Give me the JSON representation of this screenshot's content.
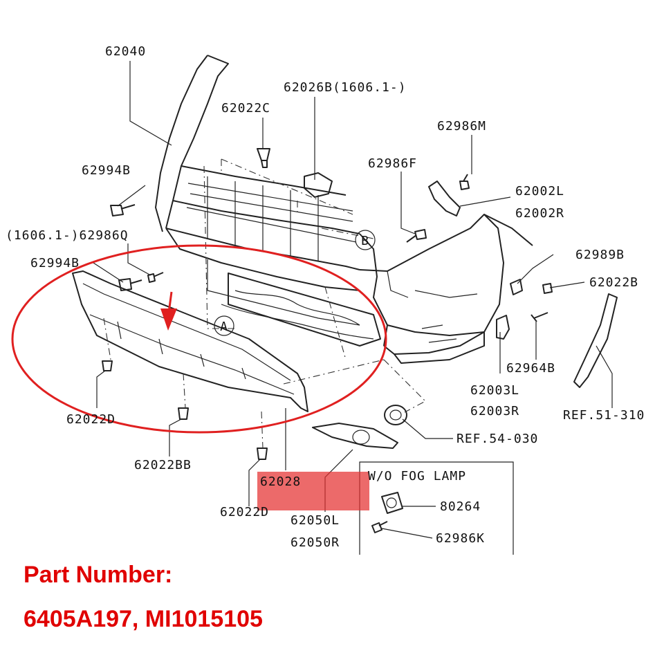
{
  "diagram": {
    "labels": {
      "p62040": "62040",
      "p62026b": "62026B(1606.1-)",
      "p62022c": "62022C",
      "p62986m": "62986M",
      "p62994b_top": "62994B",
      "p62986f": "62986F",
      "p62002l": "62002L",
      "p62002r": "62002R",
      "p62986q": "(1606.1-)62986Q",
      "p62994b_mid": "62994B",
      "p62989b": "62989B",
      "p62022b": "62022B",
      "p62964b": "62964B",
      "p62003l": "62003L",
      "p62003r": "62003R",
      "ref51": "REF.51-310",
      "ref54": "REF.54-030",
      "p62022d_left": "62022D",
      "p62022bb": "62022BB",
      "p62022d_bottom": "62022D",
      "p62028": "62028",
      "p62050l": "62050L",
      "p62050r": "62050R",
      "wo_fog": "W/O FOG LAMP",
      "p80264": "80264",
      "p62986k": "62986K",
      "callout_a": "A",
      "callout_b": "B"
    },
    "highlight_color": "#e53030",
    "circle_color": "#e02020"
  },
  "part_number": {
    "title": "Part Number:",
    "numbers": "6405A197, MI1015105"
  }
}
